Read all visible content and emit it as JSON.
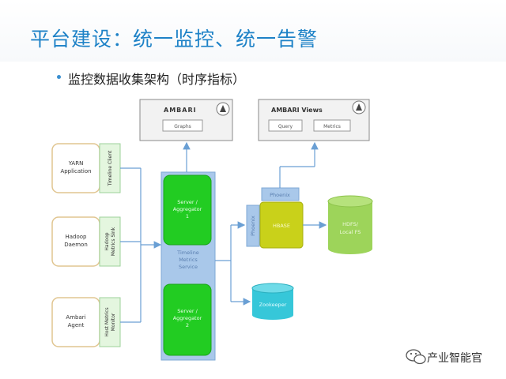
{
  "slide": {
    "title": "平台建设：统一监控、统一告警",
    "bullet": "监控数据收集架构（时序指标）"
  },
  "diagram": {
    "ambari": {
      "brand": "AMBARI",
      "item": "Graphs"
    },
    "ambari_views": {
      "brand": "AMBARI Views",
      "items": [
        "Query",
        "Metrics"
      ]
    },
    "sources": [
      {
        "name": "YARN\nApplication",
        "sink": "Timeline Client"
      },
      {
        "name": "Hadoop\nDaemon",
        "sink": "Hadoop\nMetrics Sink"
      },
      {
        "name": "Ambari\nAgent",
        "sink": "Host Metrics\nMonitor"
      }
    ],
    "collector": {
      "top": "Server /\nAggregator\n1",
      "mid": "Timeline\nMetrics\nService",
      "bottom": "Server /\nAggregator\n2"
    },
    "phoenix_top": "Phoenix",
    "phoenix_side": "Phoenix",
    "hbase": "HBASE",
    "hdfs": "HDFS/\nLocal FS",
    "zookeeper": "Zookeeper"
  },
  "watermark": {
    "text": "产业智能官"
  },
  "colors": {
    "title": "#1e82c7",
    "green": "#22cc22",
    "blue_panel": "#a9c8ea",
    "hbase": "#c9d11a",
    "hdfs": "#9dd45a",
    "zookeeper": "#36c7d9"
  }
}
